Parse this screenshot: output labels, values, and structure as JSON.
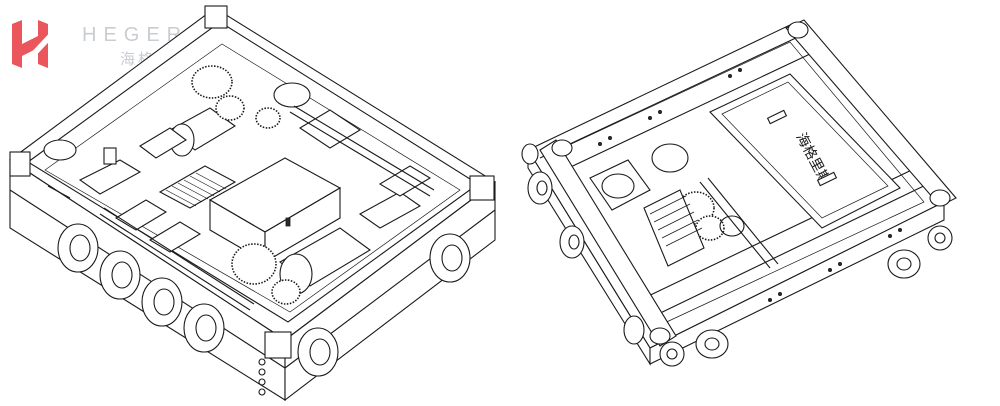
{
  "logo": {
    "brand_en": "HEGERLS",
    "brand_cn": "海格里斯",
    "accent_color": "#e8373f",
    "text_color": "#c9cdd2"
  },
  "drawings": [
    {
      "label": "",
      "icon": "tracked-chassis-line-drawing"
    },
    {
      "label": "",
      "icon": "four-way-shuttle-line-drawing"
    }
  ],
  "right_robot": {
    "panel_label": "海格里斯"
  }
}
